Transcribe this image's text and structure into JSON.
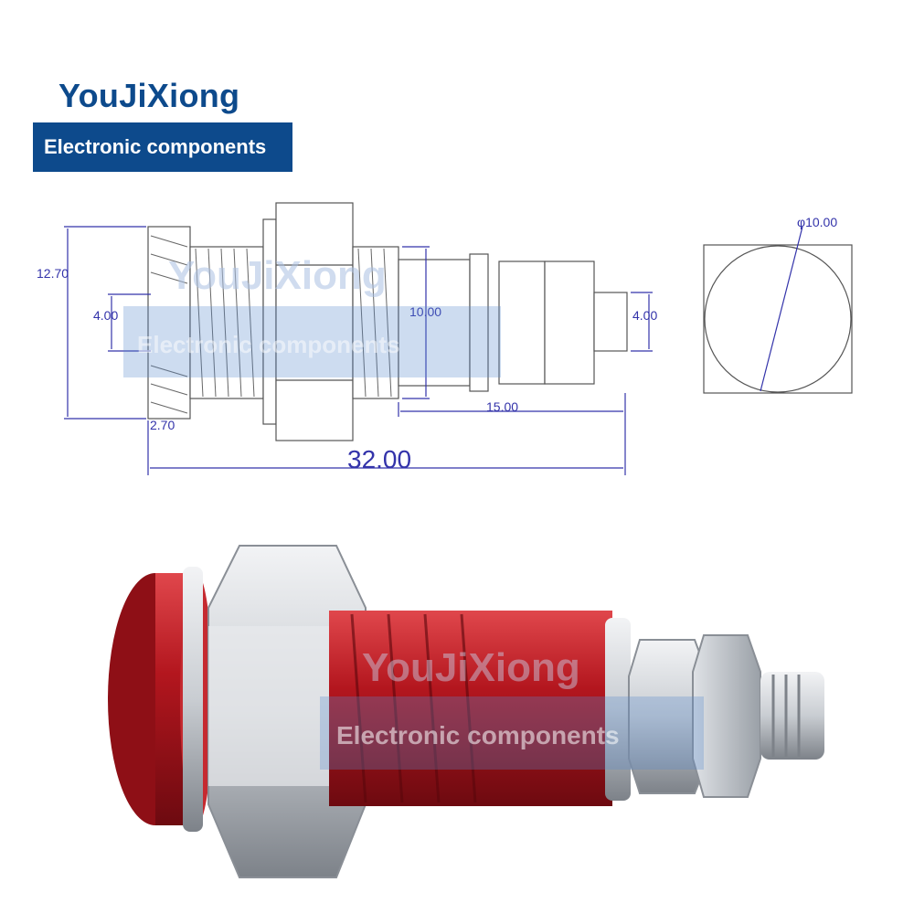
{
  "brand": {
    "name": "YouJiXiong",
    "tagline": "Electronic components"
  },
  "drawing": {
    "dims": {
      "height_total": "12.70",
      "inner_left": "4.00",
      "nut_height": "10.00",
      "inner_right": "4.00",
      "flange": "2.70",
      "thread_len": "15.00",
      "total_len": "32.00",
      "diameter": "φ10.00"
    }
  },
  "watermark": {
    "name": "YouJiXiong",
    "tagline": "Electronic components"
  },
  "colors": {
    "brand_blue": "#0d4a8c",
    "dim_line": "#3333aa",
    "connector_red": "#b3161e",
    "metal": "#c9cdd2"
  }
}
